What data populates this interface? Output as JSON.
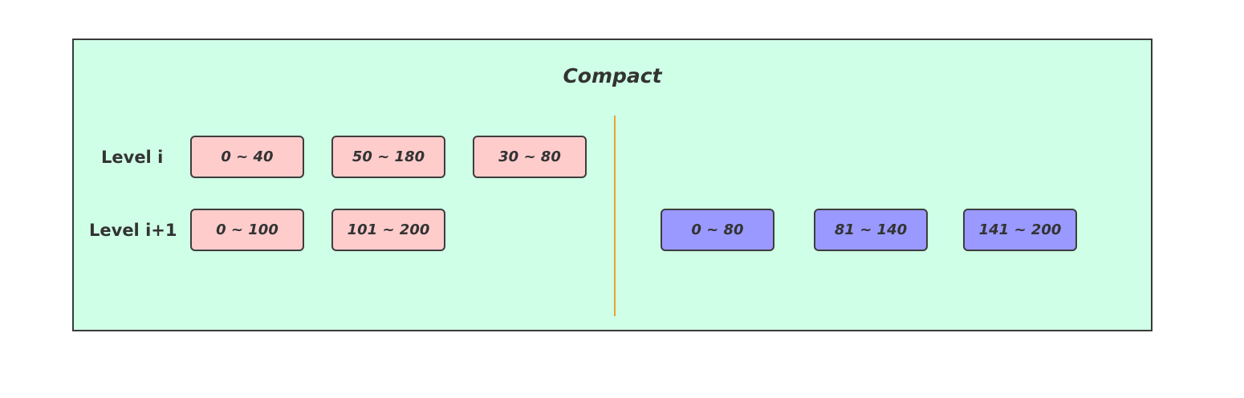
{
  "diagram": {
    "title": "Compact",
    "colors": {
      "background": "#cfffe6",
      "input_box": "#ffcccc",
      "output_box": "#9999ff",
      "divider": "#e8a23a"
    },
    "levels": {
      "level_i": "Level i",
      "level_i_plus_1": "Level i+1"
    },
    "before": {
      "level_i": [
        "0 ~ 40",
        "50 ~ 180",
        "30 ~ 80"
      ],
      "level_i_plus_1": [
        "0 ~ 100",
        "101 ~ 200"
      ]
    },
    "after": {
      "level_i_plus_1": [
        "0 ~ 80",
        "81 ~ 140",
        "141 ~ 200"
      ]
    }
  }
}
